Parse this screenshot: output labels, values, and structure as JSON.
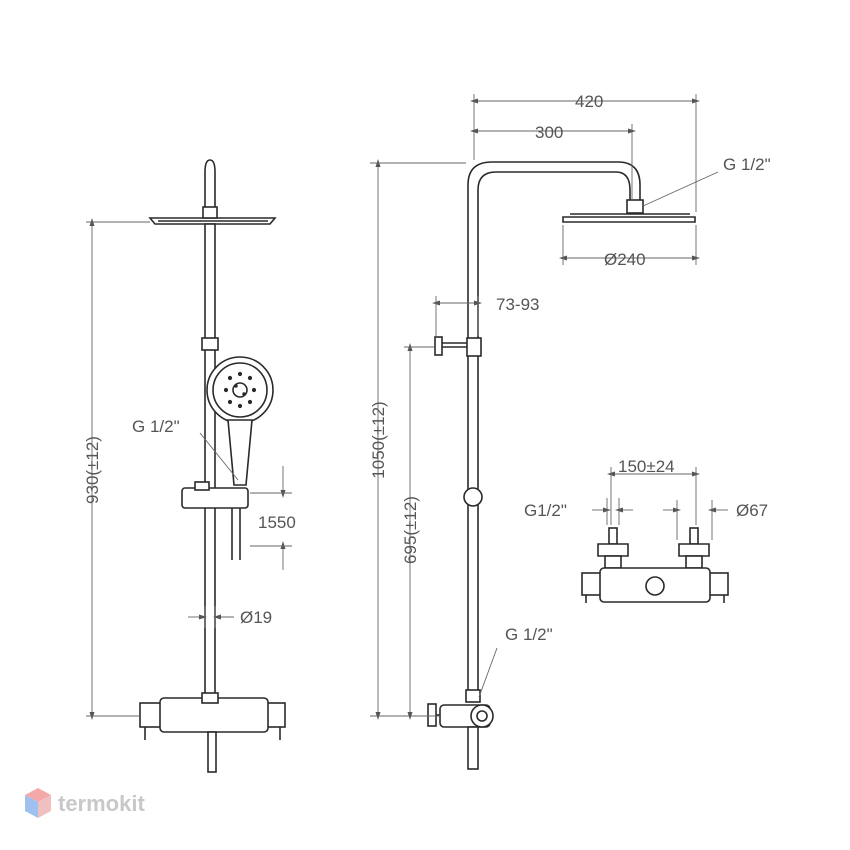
{
  "dimensions": {
    "top_width": "420",
    "arm_length": "300",
    "head_thread": "G 1/2\"",
    "head_diameter": "Ø240",
    "wall_offset": "73-93",
    "total_height": "1050(±12)",
    "mixer_to_bracket": "695(±12)",
    "rail_height": "930(±12)",
    "hand_thread": "G 1/2\"",
    "hand_height": "1550",
    "pipe_diameter": "Ø19",
    "outlet_thread": "G 1/2\"",
    "inlet_spacing": "150±24",
    "inlet_thread": "G1/2\"",
    "escutcheon_diameter": "Ø67"
  },
  "brand": {
    "name": "termokit",
    "colors": {
      "top": "#f0a0a0",
      "side": "#a0c0f0",
      "text": "#c8c8c8"
    }
  }
}
